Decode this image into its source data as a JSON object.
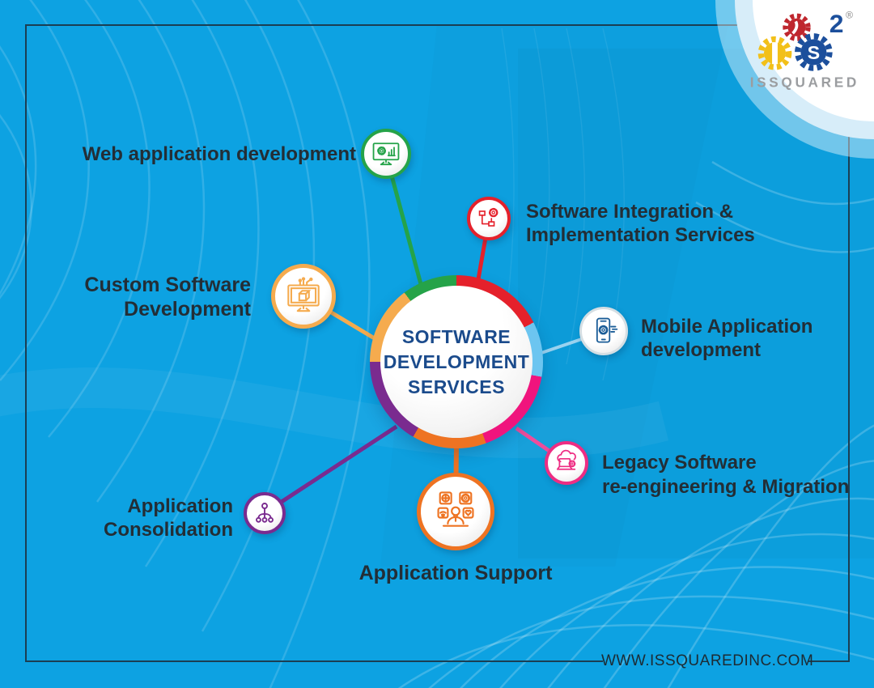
{
  "page": {
    "background_color": "#0da2e2",
    "frame_color": "#1b3e53",
    "footer_url": "WWW.ISSQUAREDINC.COM"
  },
  "logo": {
    "brand": "ISSQUARED",
    "superscript": "2",
    "registered": "®",
    "gear_colors": {
      "yellow": "#f2c019",
      "red": "#bf272e",
      "blue": "#1c4f9c"
    },
    "brand_color": "#9b9da0"
  },
  "center": {
    "line1": "SOFTWARE",
    "line2": "DEVELOPMENT",
    "line3": "SERVICES",
    "text_color": "#1b4b8c",
    "ring_segment_colors": [
      "#e5212b",
      "#6cc5f0",
      "#f0147d",
      "#ee7322",
      "#7a2b8f",
      "#f5ab4e",
      "#25a349"
    ]
  },
  "nodes": {
    "web": {
      "label": "Web application development",
      "color": "#25a349",
      "icon": "monitor-gear-chart-icon"
    },
    "integration": {
      "line1": "Software Integration &",
      "line2": "Implementation Services",
      "color": "#e5212b",
      "icon": "flowchart-gear-icon"
    },
    "mobile": {
      "line1": "Mobile Application",
      "line2": "development",
      "color": "#1a5c97",
      "ring_color": "#d5dee3",
      "icon": "phone-gear-icon"
    },
    "legacy": {
      "line1": "Legacy Software",
      "line2": "re-engineering & Migration",
      "color": "#ee2d83",
      "icon": "cloud-laptop-gear-icon"
    },
    "support": {
      "label": "Application Support",
      "color": "#ee7322",
      "icon": "support-person-apps-icon"
    },
    "consolidation": {
      "line1": "Application",
      "line2": "Consolidation",
      "color": "#7a2b8f",
      "icon": "hierarchy-tree-icon"
    },
    "custom": {
      "line1": "Custom Software",
      "line2": "Development",
      "color": "#f5ab4e",
      "icon": "monitor-cube-circuit-icon"
    }
  }
}
